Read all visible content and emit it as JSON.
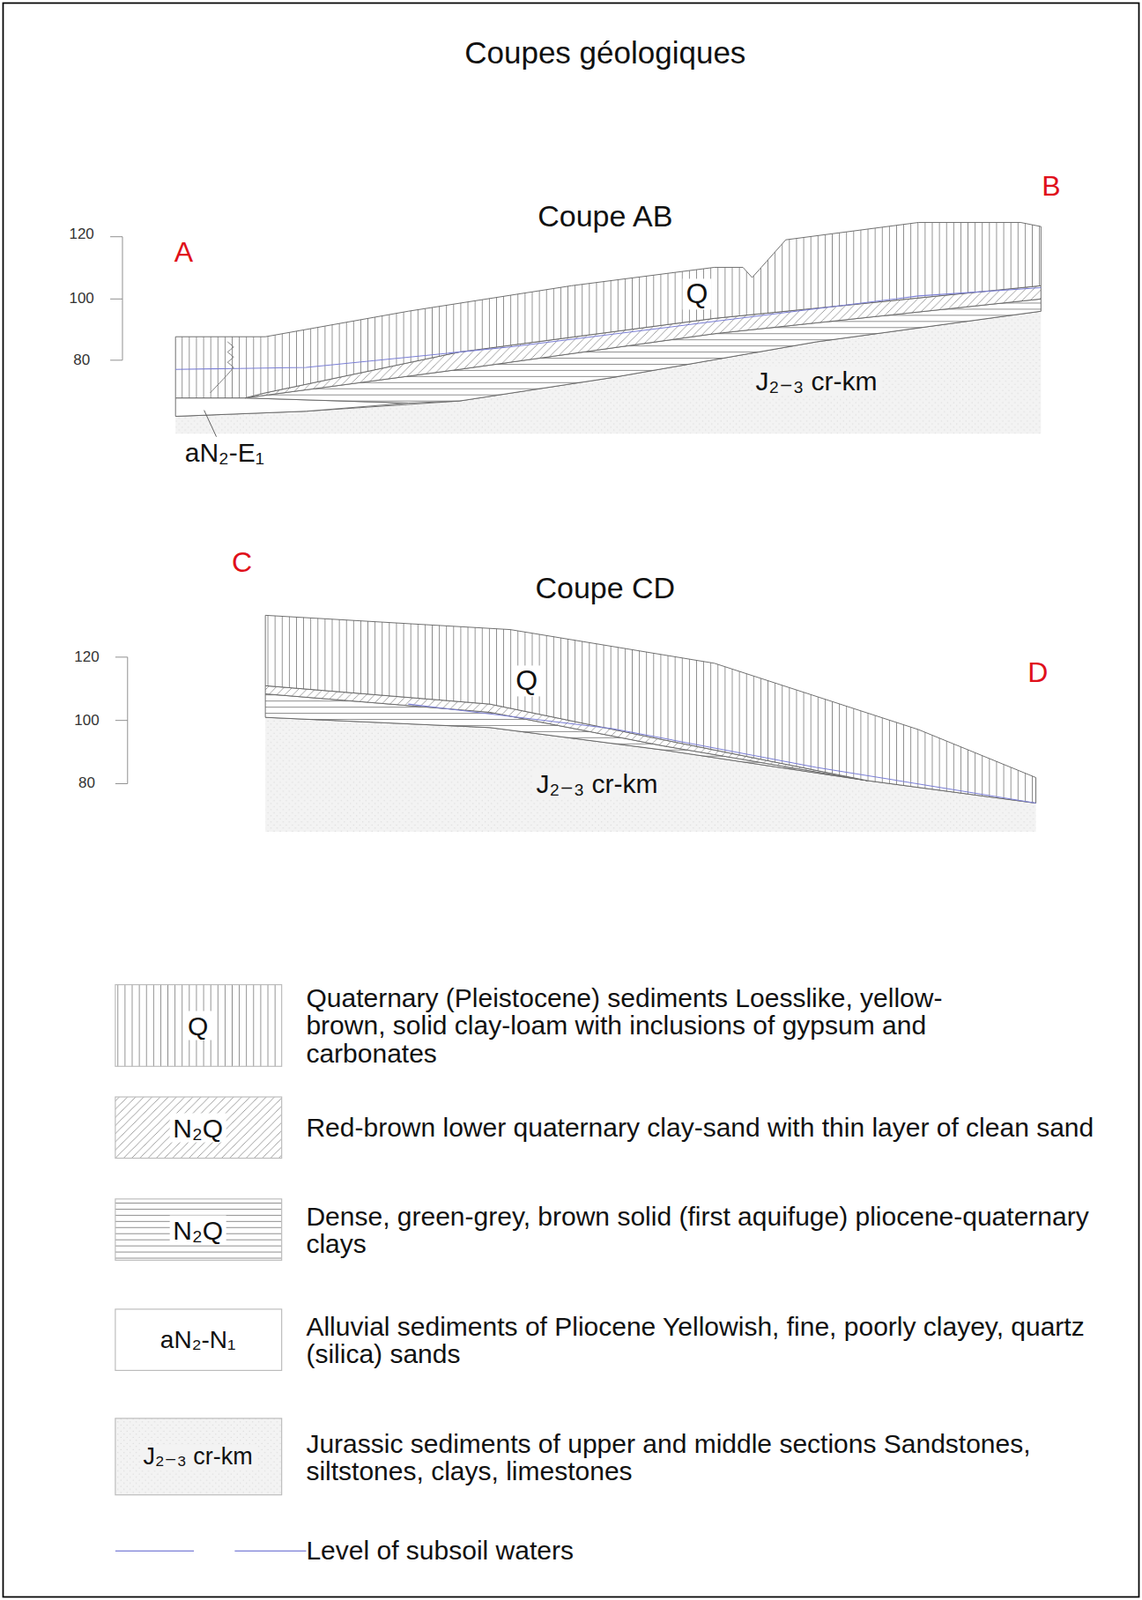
{
  "diagram": {
    "title": "Coupes géologiques",
    "labels": [
      "Coupe AB",
      "A",
      "B",
      "120",
      "100",
      "80",
      "Q",
      "J₂₋₃ cr-km",
      "aN₂-E₁",
      "C",
      "Coupe CD",
      "D",
      "120",
      "100",
      "80",
      "Q",
      "J₂₋₃ cr-km",
      "Q",
      "N₂Q",
      "N₂Q",
      "aN₂-N₁",
      "J₂₋₃ cr-km"
    ],
    "legend": [
      {
        "text": "Quaternary (Pleistocene) sediments Loesslike, yellow-brown, solid clay-loam with inclusions of gypsum and carbonates"
      },
      {
        "text": "Red-brown lower quaternary clay-sand with thin layer of clean sand"
      },
      {
        "text": "Dense, green-grey, brown solid (first aquifuge) pliocene-quaternary clays"
      },
      {
        "text": "Alluvial sediments of Pliocene Yellowish, fine, poorly clayey, quartz (silica) sands"
      },
      {
        "text": "Jurassic sediments of upper and middle sections Sandstones, siltstones, clays, limestones"
      },
      {
        "text": "Level of subsoil waters"
      }
    ]
  }
}
